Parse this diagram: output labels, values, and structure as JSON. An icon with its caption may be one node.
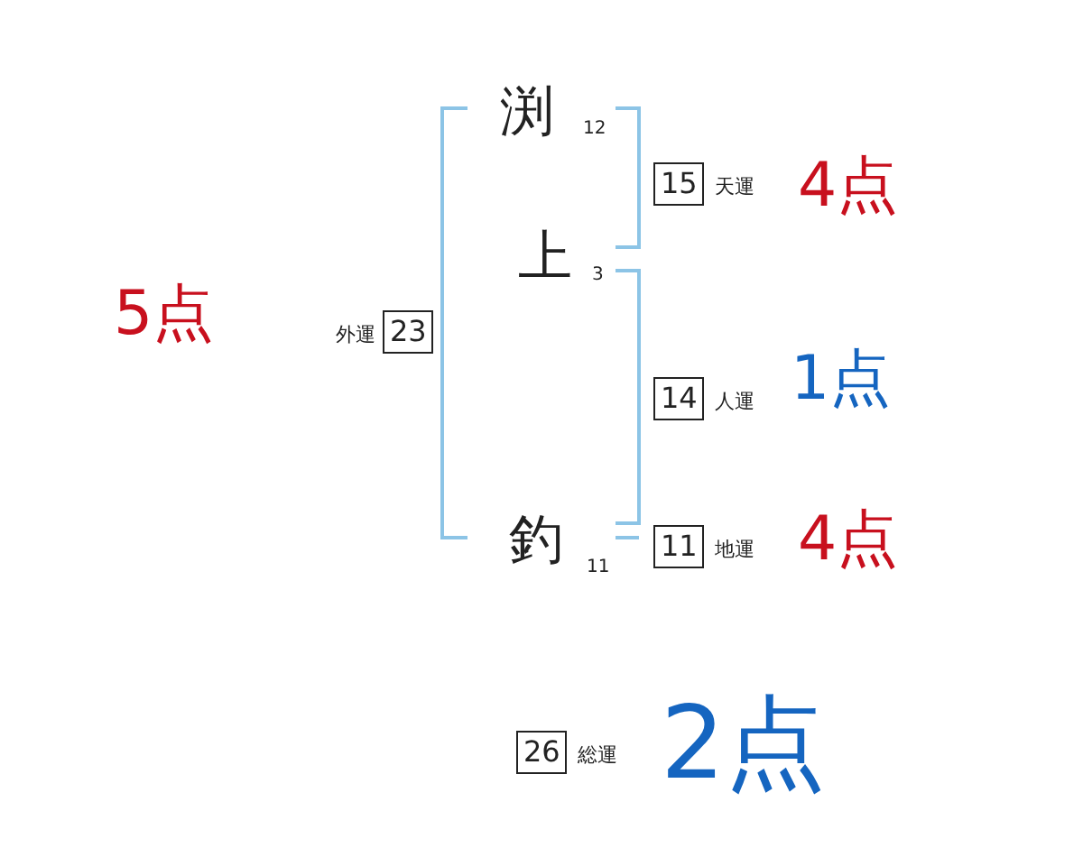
{
  "diagram": {
    "nodes": [
      {
        "text": [
          "15"
        ],
        "beside": [
          "天運"
        ]
      },
      {
        "text": [
          "23"
        ],
        "beside": [
          "外運"
        ]
      },
      {
        "text": [
          "14"
        ],
        "beside": [
          "人運"
        ]
      },
      {
        "text": [
          "11"
        ],
        "beside": [
          "地運"
        ]
      },
      {
        "text": [
          "26"
        ],
        "beside": [
          "総運"
        ]
      }
    ],
    "labels": [
      "渕",
      "12",
      "4点",
      "5点",
      "上",
      "3",
      "1点",
      "釣",
      "11",
      "4点",
      "2点"
    ]
  }
}
